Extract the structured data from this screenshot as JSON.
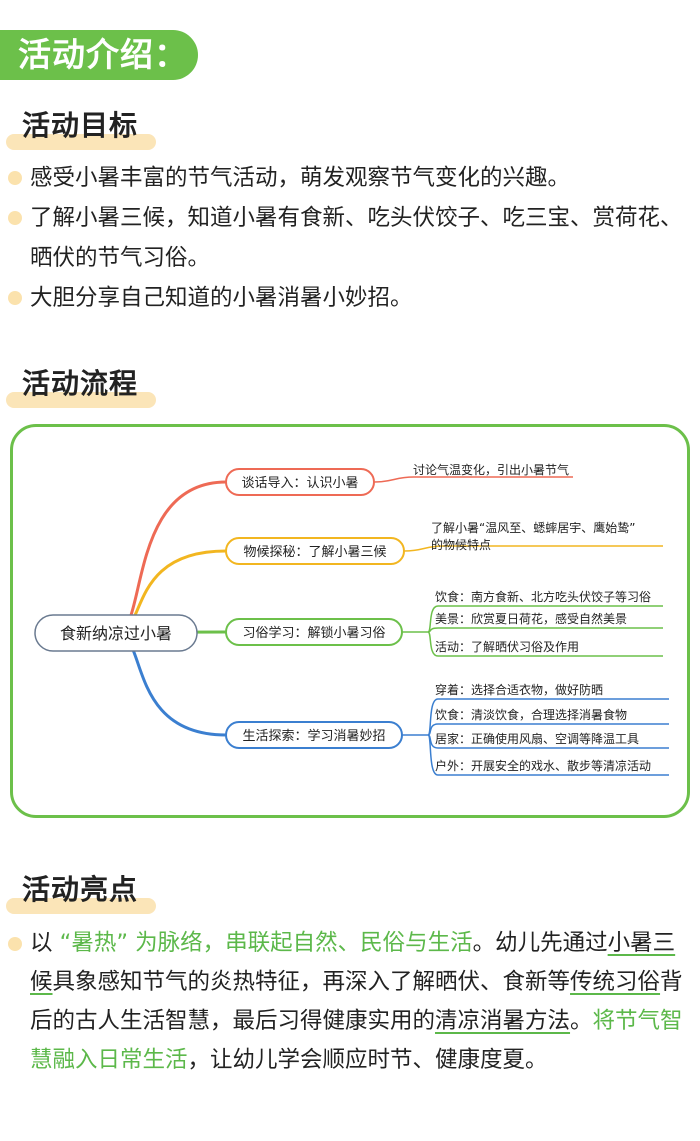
{
  "header": {
    "label": "活动介绍："
  },
  "goals": {
    "title": "活动目标",
    "items": [
      "感受小暑丰富的节气活动，萌发观察节气变化的兴趣。",
      "了解小暑三候，知道小暑有食新、吃头伏饺子、吃三宝、赏荷花、晒伏的节气习俗。",
      "大胆分享自己知道的小暑消暑小妙招。"
    ]
  },
  "process": {
    "title": "活动流程",
    "mindmap": {
      "root": "食新纳凉过小暑",
      "branches": [
        {
          "label": "谈话导入：认识小暑",
          "color": "#ee6a55",
          "leaves": [
            "讨论气温变化，引出小暑节气"
          ]
        },
        {
          "label": "物候探秘：了解小暑三候",
          "color": "#f2b620",
          "leaves": [
            "了解小暑“温风至、蟋蟀居宇、鹰始鸷”",
            "的物候特点"
          ]
        },
        {
          "label": "习俗学习：解锁小暑习俗",
          "color": "#6cc04a",
          "leaves": [
            "饮食：南方食新、北方吃头伏饺子等习俗",
            "美景：欣赏夏日荷花，感受自然美景",
            "活动：了解晒伏习俗及作用"
          ]
        },
        {
          "label": "生活探索：学习消暑妙招",
          "color": "#3b7fd0",
          "leaves": [
            "穿着：选择合适衣物，做好防晒",
            "饮食：清淡饮食，合理选择消暑食物",
            "居家：正确使用风扇、空调等降温工具",
            "户外：开展安全的戏水、散步等清凉活动"
          ]
        }
      ]
    }
  },
  "highlights": {
    "title": "活动亮点",
    "segments": [
      {
        "t": "以 ",
        "s": ""
      },
      {
        "t": "“暑热” 为脉络，串联起自然、民俗与生活",
        "s": "g"
      },
      {
        "t": "。幼儿先通过",
        "s": ""
      },
      {
        "t": "小暑三候",
        "s": "u"
      },
      {
        "t": "具象感知节气的炎热特征，再深入了解晒伏、食新等",
        "s": ""
      },
      {
        "t": "传统习俗",
        "s": "u"
      },
      {
        "t": "背后的古人生活智慧，最后习得健康实用的",
        "s": ""
      },
      {
        "t": "清凉消暑方法",
        "s": "u"
      },
      {
        "t": "。",
        "s": ""
      },
      {
        "t": "将节气智慧融入日常生活",
        "s": "g"
      },
      {
        "t": "，让幼儿学会顺应时节、健康度夏。",
        "s": ""
      }
    ]
  }
}
